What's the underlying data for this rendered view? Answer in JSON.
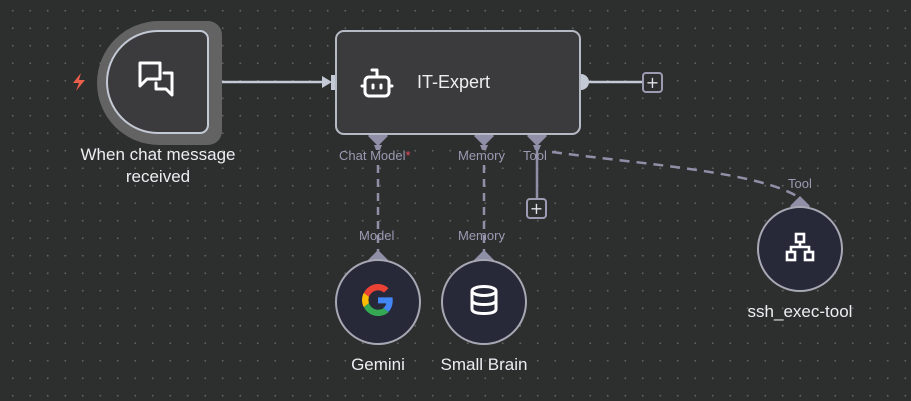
{
  "canvas": {
    "background": "#2d2e2e",
    "accent_trigger": "#ea5f4b",
    "connector_color": "#8f90a8"
  },
  "nodes": {
    "trigger": {
      "label_line1": "When chat message",
      "label_line2": "received",
      "icon": "chat-bubbles-icon",
      "badge_icon": "lightning-bolt-icon"
    },
    "agent": {
      "title": "IT-Expert",
      "icon": "robot-icon",
      "ports": {
        "chat_model": "Chat Model",
        "chat_model_required": "*",
        "memory": "Memory",
        "tool": "Tool"
      }
    },
    "gemini": {
      "label": "Gemini",
      "port_label": "Model",
      "icon": "google-g-icon"
    },
    "memory": {
      "label": "Small Brain",
      "port_label": "Memory",
      "icon": "database-icon"
    },
    "tool": {
      "label": "ssh_exec-tool",
      "port_label": "Tool",
      "icon": "sitemap-icon"
    }
  },
  "buttons": {
    "add_after_agent": "+",
    "add_tool": "+"
  }
}
